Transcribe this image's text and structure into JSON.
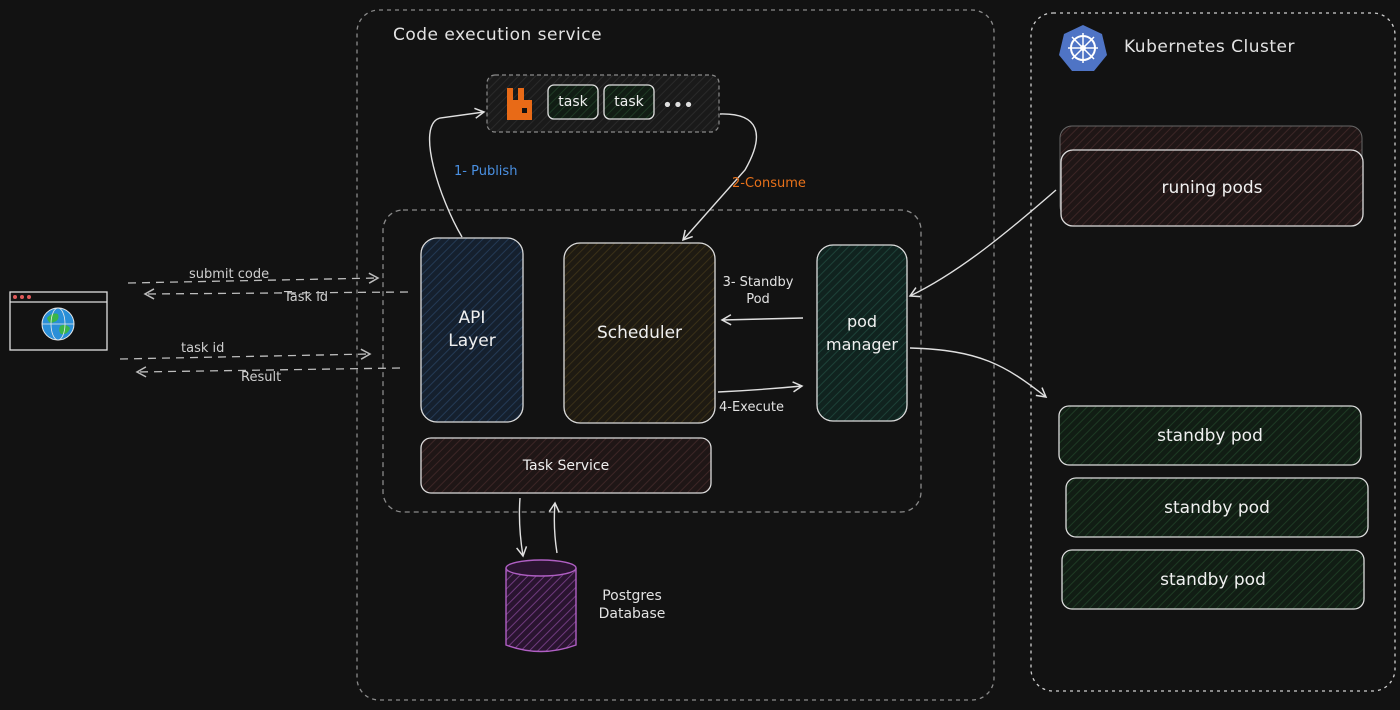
{
  "client": {
    "icon": "browser-globe-icon"
  },
  "client_flow": {
    "submit_code": "submit code",
    "task_id_response": "Task id",
    "task_id_request": "task id",
    "result": "Result"
  },
  "code_execution_service": {
    "title": "Code execution service",
    "queue": {
      "icon": "rabbitmq-icon",
      "tasks": [
        "task",
        "task"
      ],
      "more": "•••"
    },
    "publish_label": "1- Publish",
    "consume_label": "2-Consume",
    "api_layer": "API\nLayer",
    "scheduler": "Scheduler",
    "pod_manager": "pod\nmanager",
    "standby_pod_label": "3- Standby\nPod",
    "execute_label": "4-Execute",
    "task_service": "Task Service",
    "database": "Postgres\nDatabase"
  },
  "kubernetes_cluster": {
    "icon": "kubernetes-helm-icon",
    "title": "Kubernetes Cluster",
    "running_pods": "runing pods",
    "standby_pods": [
      "standby pod",
      "standby pod",
      "standby pod"
    ]
  },
  "colors": {
    "background": "#121212",
    "publish": "#4a90e2",
    "consume": "#e8711a",
    "api_layer": "#1b2a3d",
    "scheduler": "#2a2416",
    "pod_manager": "#14302a",
    "task_service": "#2d1f1f",
    "database": "#6b2a7a",
    "running_pods": "#3a2224",
    "standby_pod": "#16301e",
    "kubernetes": "#4f74c5",
    "rabbitmq": "#e86a17"
  }
}
